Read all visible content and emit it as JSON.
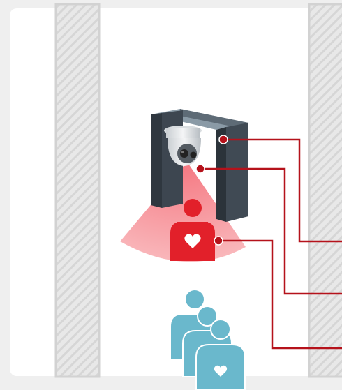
{
  "diagram": {
    "components": [
      {
        "id": "ceiling-bracket",
        "icon": "gantry-frame-icon"
      },
      {
        "id": "thermal-camera",
        "icon": "dome-camera-icon"
      },
      {
        "id": "detection-zone",
        "icon": "field-of-view-cone-icon"
      },
      {
        "id": "screened-person",
        "icon": "person-heart-icon"
      },
      {
        "id": "queue",
        "icon": "queued-people-icon",
        "count": 3
      }
    ],
    "callouts": [
      {
        "source": "ceiling-bracket",
        "icon": "leader-line-icon"
      },
      {
        "source": "thermal-camera",
        "icon": "leader-line-icon"
      },
      {
        "source": "screened-person",
        "icon": "leader-line-icon"
      }
    ],
    "colors": {
      "page_background": "#efefef",
      "panel_background": "#ffffff",
      "pillar_fill": "#e8e8e8",
      "pillar_hatch": "#d6d6d6",
      "frame_dark": "#3d4650",
      "frame_light": "#8a9aa6",
      "cone": "#f7a0a5",
      "accent_red": "#e2202a",
      "leader_red": "#b5121b",
      "queue_teal": "#6ab8cc"
    }
  }
}
